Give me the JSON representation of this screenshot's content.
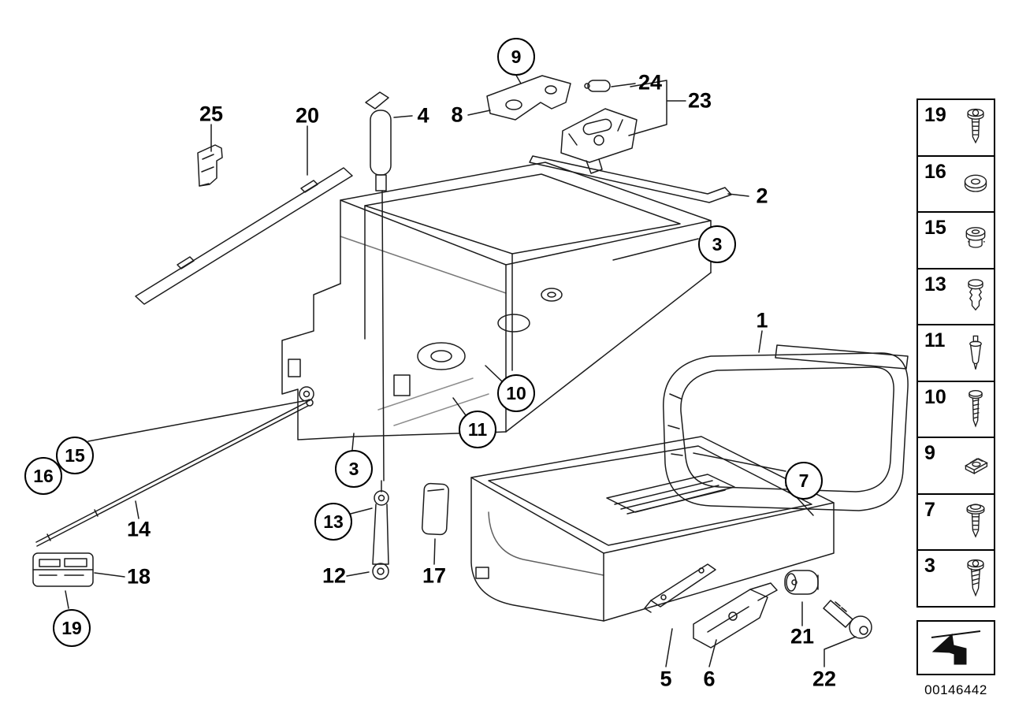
{
  "diagram": {
    "image_id": "00146442",
    "callouts": [
      {
        "label": "9"
      },
      {
        "label": "24"
      },
      {
        "label": "23"
      },
      {
        "label": "25"
      },
      {
        "label": "20"
      },
      {
        "label": "4"
      },
      {
        "label": "8"
      },
      {
        "label": "2"
      },
      {
        "label": "3"
      },
      {
        "label": "1"
      },
      {
        "label": "10"
      },
      {
        "label": "11"
      },
      {
        "label": "3"
      },
      {
        "label": "15"
      },
      {
        "label": "16"
      },
      {
        "label": "13"
      },
      {
        "label": "14"
      },
      {
        "label": "12"
      },
      {
        "label": "17"
      },
      {
        "label": "18"
      },
      {
        "label": "19"
      },
      {
        "label": "7"
      },
      {
        "label": "5"
      },
      {
        "label": "6"
      },
      {
        "label": "21"
      },
      {
        "label": "22"
      }
    ]
  },
  "sidebar": {
    "items": [
      {
        "label": "19",
        "icon": "screw-icon"
      },
      {
        "label": "16",
        "icon": "washer-icon"
      },
      {
        "label": "15",
        "icon": "grommet-nut-icon"
      },
      {
        "label": "13",
        "icon": "expansion-rivet-icon"
      },
      {
        "label": "11",
        "icon": "buffer-pin-icon"
      },
      {
        "label": "10",
        "icon": "screw-icon"
      },
      {
        "label": "9",
        "icon": "clip-nut-icon"
      },
      {
        "label": "7",
        "icon": "flange-screw-icon"
      },
      {
        "label": "3",
        "icon": "screw-icon"
      }
    ],
    "footer_icon": "back-arrow-icon"
  }
}
